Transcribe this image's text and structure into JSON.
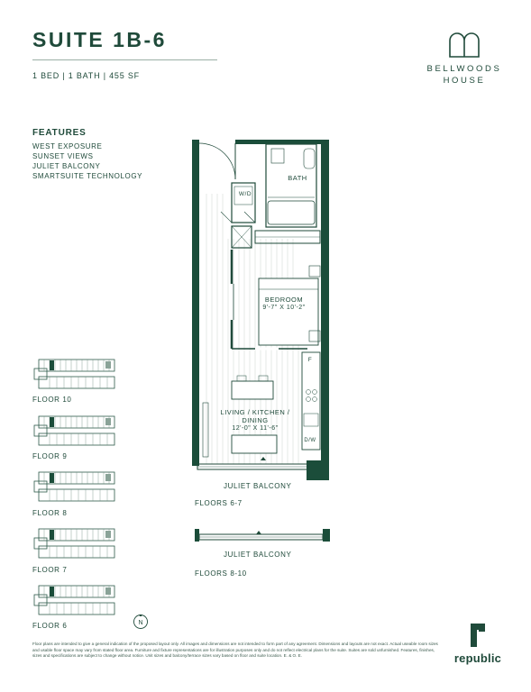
{
  "header": {
    "suite_title": "SUITE 1B-6",
    "specs": "1 BED  |  1 BATH  |  455 SF"
  },
  "brand": {
    "line1": "BELLWOODS",
    "line2": "HOUSE",
    "icon": "arch-icon"
  },
  "features": {
    "heading": "FEATURES",
    "items": [
      "WEST EXPOSURE",
      "SUNSET VIEWS",
      "JULIET BALCONY",
      "SMARTSUITE TECHNOLOGY"
    ]
  },
  "keyplans": [
    {
      "label": "FLOOR 10"
    },
    {
      "label": "FLOOR 9"
    },
    {
      "label": "FLOOR 8"
    },
    {
      "label": "FLOOR 7"
    },
    {
      "label": "FLOOR 6"
    }
  ],
  "compass": {
    "label": "N"
  },
  "plan": {
    "rooms": {
      "bath": "BATH",
      "wd": "W/D",
      "bedroom_name": "BEDROOM",
      "bedroom_dim": "9'-7\" X 10'-2\"",
      "living_name": "LIVING / KITCHEN /",
      "living_name2": "DINING",
      "living_dim": "12'-0\" X 11'-6\"",
      "fridge": "F",
      "dw": "D/W"
    },
    "balcony_label": "JULIET BALCONY",
    "floors_label": "FLOORS 6-7"
  },
  "plan2": {
    "balcony_label": "JULIET BALCONY",
    "floors_label": "FLOORS 8-10"
  },
  "disclaimer": "Floor plans are intended to give a general indication of the proposed layout only. All images and dimensions are not intended to form part of any agreement. Dimensions and layouts are not exact. Actual useable room sizes and usable floor space may vary from stated floor area. Furniture and fixture representations are for illustration purposes only and do not reflect electrical plans for the suite. Suites are sold unfurnished. Features, finishes, sizes and specifications are subject to change without notice. Unit sizes and balcony/terrace sizes vary based on floor and suite location. E. & O. E.",
  "developer": {
    "name": "republic",
    "icon": "republic-r-icon"
  },
  "colors": {
    "brand_green": "#1f4a3a",
    "wall_green": "#1b4d3a"
  }
}
